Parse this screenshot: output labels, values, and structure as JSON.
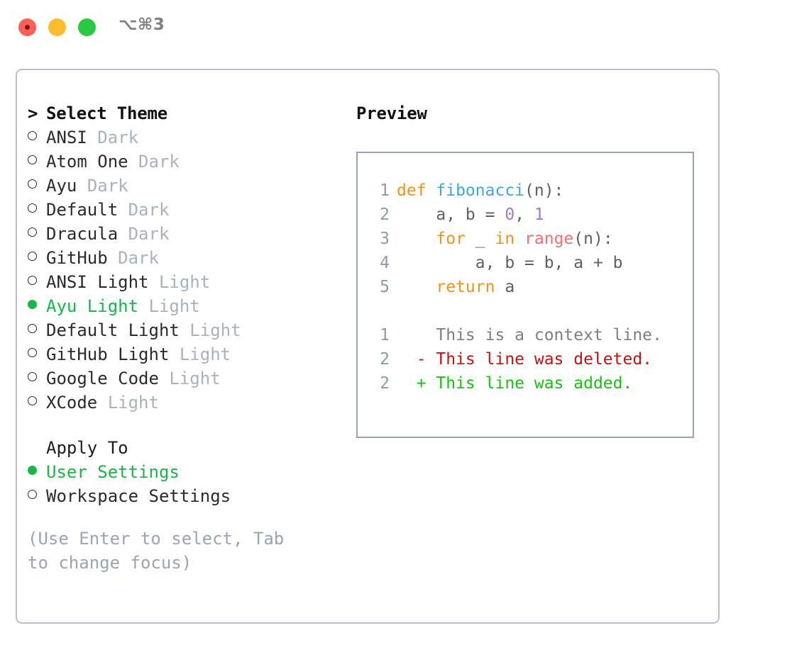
{
  "window": {
    "shortcut": "⌥⌘3",
    "traffic_lights": [
      "close",
      "minimize",
      "maximize"
    ],
    "colors": {
      "close": "#fc5f57",
      "minimize": "#fdbc2e",
      "maximize": "#28c93f",
      "accent_green": "#16b84a",
      "panel_border": "#b9c0cc",
      "code_border": "#94a3b8",
      "muted": "#a8b2c0"
    }
  },
  "theme_selector": {
    "heading_marker": ">",
    "heading": "Select Theme",
    "items": [
      {
        "marker": "ring",
        "name": "ANSI",
        "kind": "Dark",
        "selected": false
      },
      {
        "marker": "ring",
        "name": "Atom One",
        "kind": "Dark",
        "selected": false
      },
      {
        "marker": "ring",
        "name": "Ayu",
        "kind": "Dark",
        "selected": false
      },
      {
        "marker": "ring",
        "name": "Default",
        "kind": "Dark",
        "selected": false
      },
      {
        "marker": "ring",
        "name": "Dracula",
        "kind": "Dark",
        "selected": false
      },
      {
        "marker": "ring",
        "name": "GitHub",
        "kind": "Dark",
        "selected": false
      },
      {
        "marker": "ring",
        "name": "ANSI Light",
        "kind": "Light",
        "selected": false
      },
      {
        "marker": "dot",
        "name": "Ayu Light",
        "kind": "Light",
        "selected": true
      },
      {
        "marker": "ring",
        "name": "Default Light",
        "kind": "Light",
        "selected": false
      },
      {
        "marker": "ring",
        "name": "GitHub Light",
        "kind": "Light",
        "selected": false
      },
      {
        "marker": "ring",
        "name": "Google Code",
        "kind": "Light",
        "selected": false
      },
      {
        "marker": "ring",
        "name": "XCode",
        "kind": "Light",
        "selected": false
      }
    ]
  },
  "apply_to": {
    "label": "Apply To",
    "options": [
      {
        "marker": "dot",
        "name": "User Settings",
        "selected": true
      },
      {
        "marker": "ring",
        "name": "Workspace Settings",
        "selected": false
      }
    ]
  },
  "hint": "(Use Enter to select, Tab to change focus)",
  "preview": {
    "title": "Preview",
    "code_lines": [
      {
        "number": "1",
        "tokens": [
          {
            "text": "def ",
            "type": "kw"
          },
          {
            "text": "fibonacci",
            "type": "fn"
          },
          {
            "text": "(n):",
            "type": "plain"
          }
        ]
      },
      {
        "number": "2",
        "tokens": [
          {
            "text": "    a, b = ",
            "type": "plain"
          },
          {
            "text": "0",
            "type": "num"
          },
          {
            "text": ", ",
            "type": "plain"
          },
          {
            "text": "1",
            "type": "num"
          }
        ]
      },
      {
        "number": "3",
        "tokens": [
          {
            "text": "    ",
            "type": "plain"
          },
          {
            "text": "for",
            "type": "kw"
          },
          {
            "text": " _ ",
            "type": "plain"
          },
          {
            "text": "in",
            "type": "kw"
          },
          {
            "text": " ",
            "type": "plain"
          },
          {
            "text": "range",
            "type": "builtin"
          },
          {
            "text": "(n):",
            "type": "plain"
          }
        ]
      },
      {
        "number": "4",
        "tokens": [
          {
            "text": "        a, b = b, a + b",
            "type": "plain"
          }
        ]
      },
      {
        "number": "5",
        "tokens": [
          {
            "text": "    ",
            "type": "plain"
          },
          {
            "text": "return",
            "type": "kw"
          },
          {
            "text": " a",
            "type": "plain"
          }
        ]
      }
    ],
    "diff_lines": [
      {
        "number": "1",
        "sign": " ",
        "text": "This is a context line.",
        "type": "ctx"
      },
      {
        "number": "2",
        "sign": "-",
        "text": "This line was deleted.",
        "type": "del"
      },
      {
        "number": "2",
        "sign": "+",
        "text": "This line was added.",
        "type": "add"
      }
    ]
  }
}
